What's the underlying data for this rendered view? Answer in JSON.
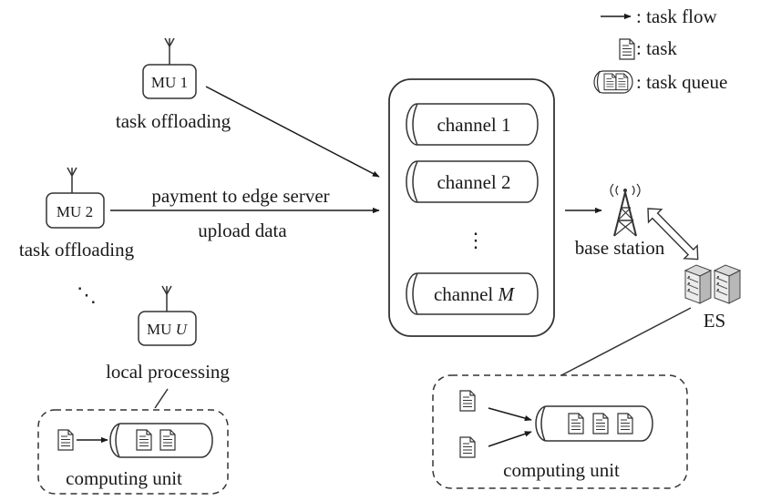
{
  "legend": {
    "task_flow": ": task flow",
    "task": ": task",
    "task_queue": ": task queue"
  },
  "mobile_users": [
    {
      "label": "MU 1",
      "caption": "task offloading"
    },
    {
      "label": "MU 2",
      "caption": "task offloading"
    },
    {
      "label": "MU U",
      "caption": "local processing"
    }
  ],
  "mu2_arrow": {
    "above": "payment to edge server",
    "below": "upload data"
  },
  "ellipsis": {
    "diagonal": "⋱",
    "vertical": "⋮"
  },
  "channels": [
    "channel 1",
    "channel 2",
    "channel M"
  ],
  "base_station": {
    "label": "base station"
  },
  "edge_server": {
    "label": "ES"
  },
  "local_computing": {
    "label": "computing unit"
  },
  "es_computing": {
    "label": "computing unit"
  }
}
